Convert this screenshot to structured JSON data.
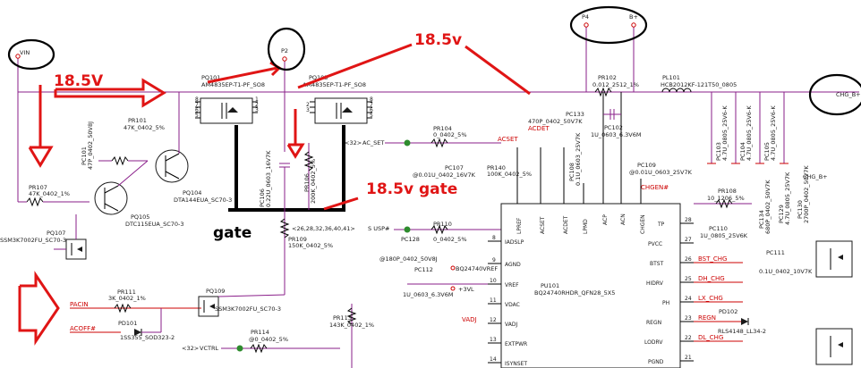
{
  "ports": {
    "vin": "VIN",
    "p2": "P2",
    "p4": "P4",
    "bplus": "B+",
    "chg_bplus": "CHG_B+",
    "chg_bplus2": "CHG_B+"
  },
  "annotations": {
    "v_left": "18.5V",
    "v_top": "18.5v",
    "v_gate": "18.5v gate",
    "gate": "gate"
  },
  "components": {
    "pq101_ref": "PQ101",
    "pq101_val": "AM4835EP-T1-PF_SO8",
    "pq103_ref": "PQ103",
    "pq103_val": "AM4835EP-T1-PF_SO8",
    "pr102_ref": "PR102",
    "pr102_val": "0.012_2512_1%",
    "pl101_ref": "PL101",
    "pl101_val": "HCB2012KF-121T50_0805",
    "pr101_ref": "PR101",
    "pr101_val": "47K_0402_5%",
    "pc101": "PC101",
    "pc101_val": "47P_0402_50V8J",
    "pr107_ref": "PR107",
    "pr107_val": "47K_0402_1%",
    "pq104_ref": "PQ104",
    "pq104_val": "DTA144EUA_SC70-3",
    "pq105_ref": "PQ105",
    "pq105_val": "DTC115EUA_SC70-3",
    "pq107_ref": "PQ107",
    "pq107_val": "SSM3K7002FU_SC70-3",
    "pr111_ref": "PR111",
    "pr111_val": "3K_0402_1%",
    "pd101_ref": "PD101",
    "pd101_val": "1SS355_SOD323-2",
    "pq109_ref": "PQ109",
    "pq109_val": "SSM3K7002FU_SC70-3",
    "pc106": "PC106",
    "pc106_val": "0.22U_0603_16V7K",
    "pr106": "PR106",
    "pr106_val": "200K_0402_5%",
    "pr109_ref": "PR109",
    "pr109_val": "150K_0402_5%",
    "pr113_ref": "PR113",
    "pr113_val": "143K_0402_1%",
    "pr114_ref": "PR114",
    "pr114_val": "@0_0402_5%",
    "pr104_ref": "PR104",
    "pr104_val": "0_0402_5%",
    "pc107_ref": "PC107",
    "pc107_val": "@0.01U_0402_16V7K",
    "pr140_ref": "PR140",
    "pr140_val": "100K_0402_5%",
    "pc133_ref": "PC133",
    "pc133_val": "470P_0402_50V7K",
    "pc108": "PC108",
    "pc108_val": "0.1U_0603_25V7K",
    "pc102_ref": "PC102",
    "pc102_val": "1U_0603_6.3V6M",
    "pc109_ref": "PC109",
    "pc109_val": "@0.01U_0603_25V7K",
    "pr110_ref": "PR110",
    "pr110_val": "0_0402_5%",
    "pc128_ref": "PC128",
    "pc128_val": "@180P_0402_50V8J",
    "pc112_ref": "PC112",
    "pc112_val": "1U_0603_6.3V6M",
    "pr108_ref": "PR108",
    "pr108_val": "10_1206_5%",
    "pc110_ref": "PC110",
    "pc110_val": "1U_0805_25V6K",
    "pc111_ref": "PC111",
    "pc111_val": "0.1U_0402_10V7K",
    "pd102_ref": "PD102",
    "pd102_val": "RLS4148_LL34-2",
    "pc103": "PC103",
    "pc103_val": "4.7U_0805_25V6-K",
    "pc104": "PC104",
    "pc104_val": "4.7U_0805_25V6-K",
    "pc105": "PC105",
    "pc105_val": "4.7U_0805_25V6-K",
    "pc134": "PC134",
    "pc134_val": "680P_0402_50V7K",
    "pc129": "PC129",
    "pc129_val": "4.7U_0805_25V7K",
    "pc130": "PC130",
    "pc130_val": "2700P_0402_50V7K",
    "pu101_ref": "PU101",
    "pu101_val": "BQ24740RHDR_QFN28_5X5"
  },
  "nets": {
    "acdet": "ACDET",
    "acset": "ACSET",
    "ac_set": "AC_SET",
    "ac_set_ref": "<32>",
    "s_usp": "S USP#",
    "s_usp_ref": "<26,28,32,36,40,41>",
    "bq_vref": "BQ24740VREF",
    "plus3vl": "+3VL",
    "pacin": "PACIN",
    "acoff": "ACOFF#",
    "vctrl": "VCTRL",
    "vctrl_ref": "<32>",
    "vadj": "VADJ",
    "chgen": "CHGEN#",
    "bst_chg": "BST_CHG",
    "dh_chg": "DH_CHG",
    "lx_chg": "LX_CHG",
    "regn_net": "REGN",
    "dl_chg": "DL_CHG"
  },
  "ic_pins_left": [
    {
      "num": "8",
      "name": "IADSLP"
    },
    {
      "num": "9",
      "name": "AGND"
    },
    {
      "num": "10",
      "name": "VREF"
    },
    {
      "num": "11",
      "name": "VDAC"
    },
    {
      "num": "12",
      "name": "VADJ"
    },
    {
      "num": "13",
      "name": "EXTPWR"
    },
    {
      "num": "14",
      "name": "ISYNSET"
    }
  ],
  "ic_pins_top": [
    "LPREF",
    "ACSET",
    "ACDET",
    "LPMD",
    "ACP",
    "ACN",
    "CHGEN"
  ],
  "ic_pins_right": [
    {
      "num": "28",
      "name": "TP"
    },
    {
      "num": "27",
      "name": "PVCC"
    },
    {
      "num": "26",
      "name": "BTST"
    },
    {
      "num": "25",
      "name": "HIDRV"
    },
    {
      "num": "24",
      "name": "PH"
    },
    {
      "num": "23",
      "name": "REGN"
    },
    {
      "num": "22",
      "name": "LODRV"
    },
    {
      "num": "21",
      "name": "PGND"
    }
  ],
  "pin_numbers": {
    "n1": "1",
    "n2": "2",
    "n3": "3",
    "n5": "5",
    "n6": "6",
    "n7": "7",
    "n8": "8",
    "n4": "4"
  },
  "colors": {
    "wire": "#8a1f8a",
    "net_text": "#cc0000",
    "annotation": "#e01515",
    "ink": "#1a1a1a",
    "junction": "#2e8b2e"
  }
}
